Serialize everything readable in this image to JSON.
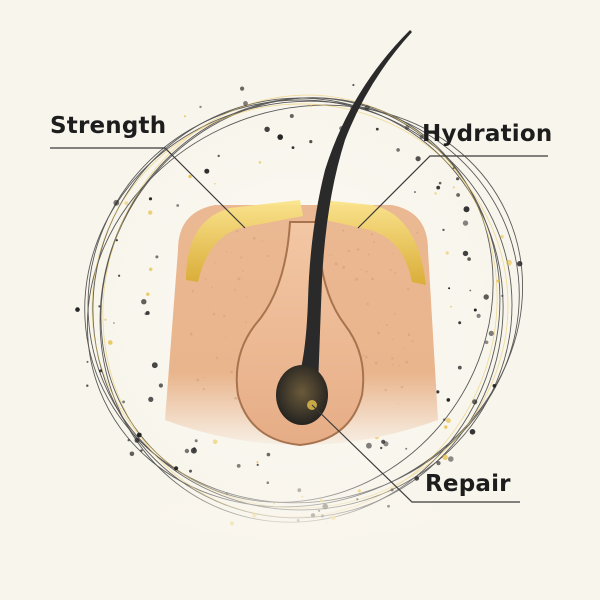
{
  "labels": {
    "strength": "Strength",
    "hydration": "Hydration",
    "repair": "Repair"
  },
  "colors": {
    "background": "#f8f5ec",
    "skin": "#e8b58e",
    "skin_light": "#f2c9a6",
    "follicle_outline": "#a8734f",
    "gold": "#e7c24c",
    "hair": "#2a2a2a",
    "label_text": "#1d1d1d",
    "leader_line": "#3a3a3a"
  },
  "icons": {
    "diagram": "hair-follicle-illustration"
  }
}
